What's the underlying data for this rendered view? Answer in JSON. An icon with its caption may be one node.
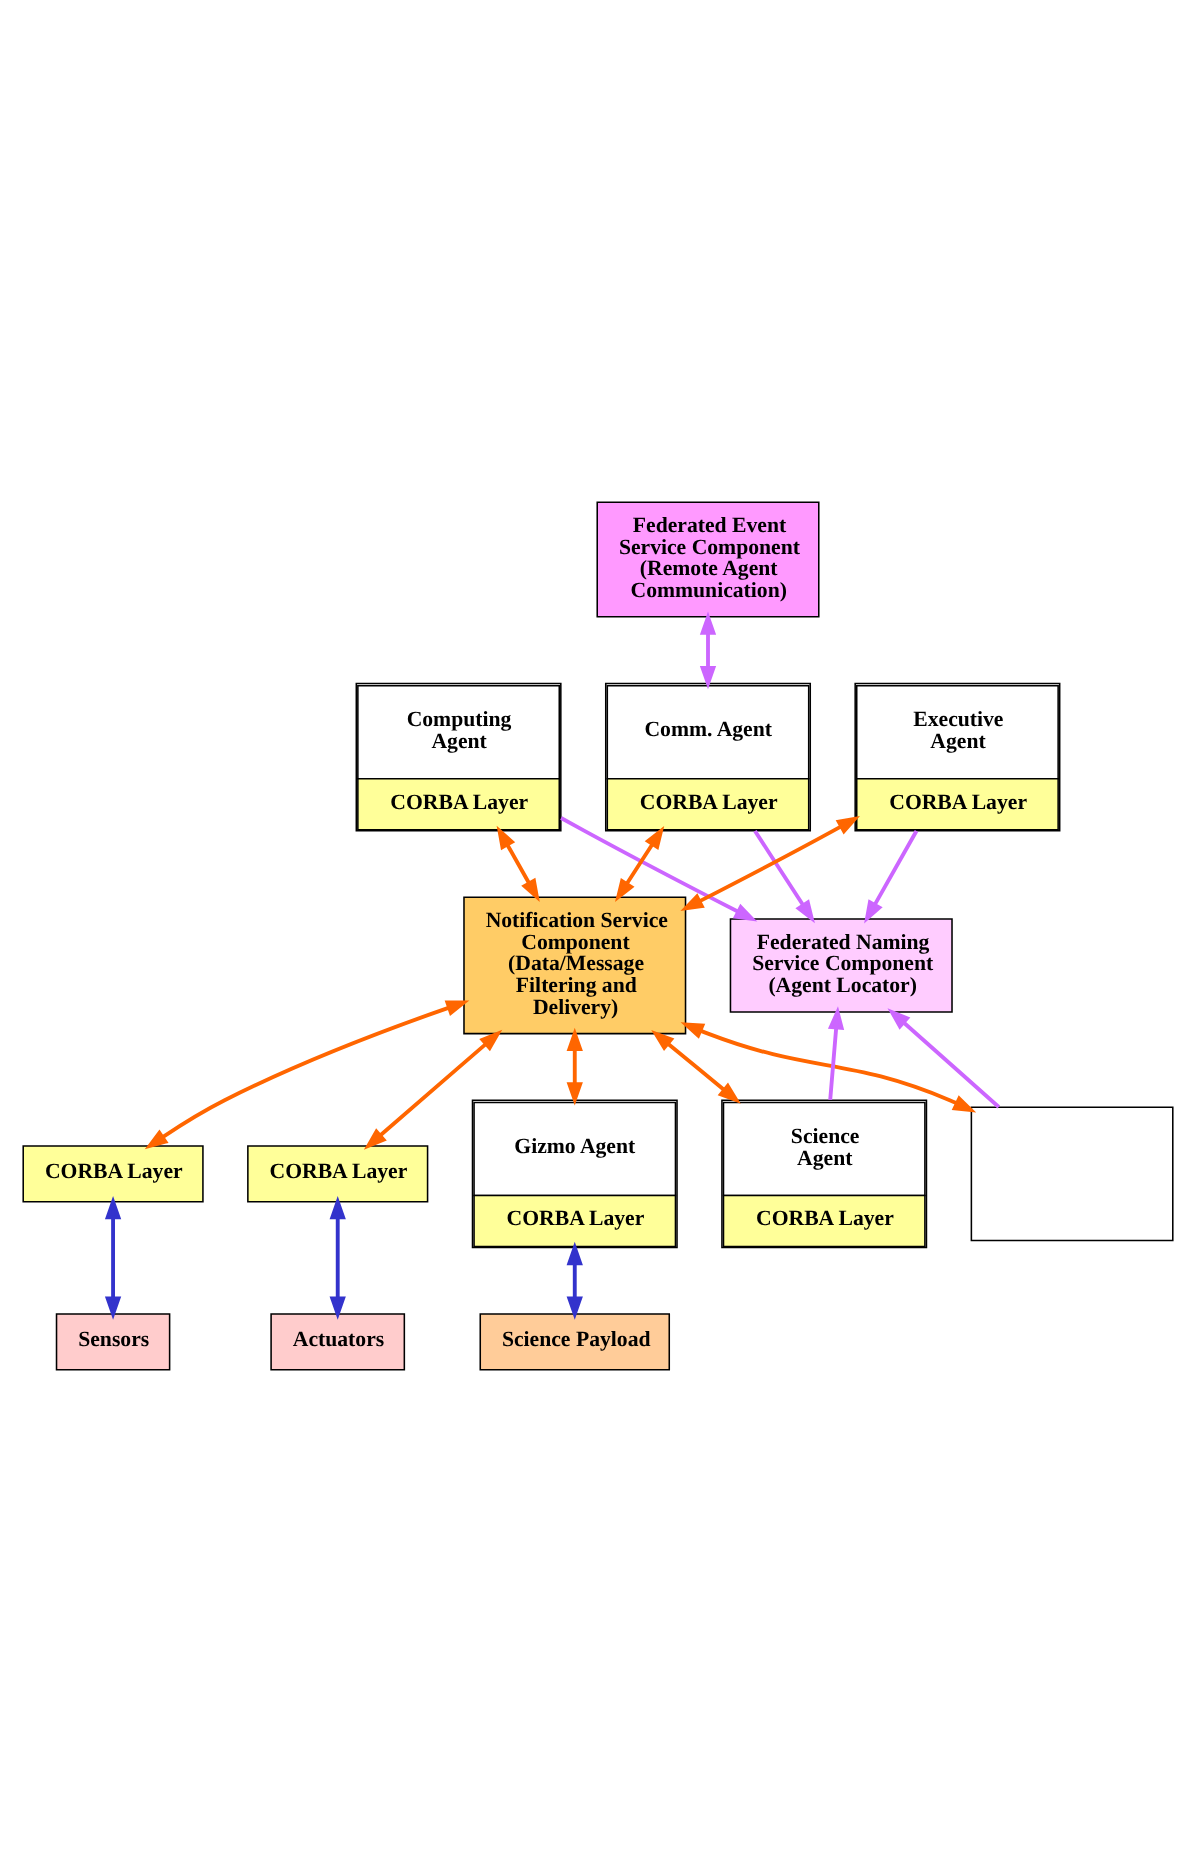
{
  "diagram": {
    "nodes": [
      {
        "text": [
          "Federated Event Service Component (Remote Agent Communication)"
        ]
      },
      {
        "text": [
          "Computing Agent",
          "CORBA Layer"
        ]
      },
      {
        "text": [
          "Comm. Agent",
          "CORBA Layer"
        ]
      },
      {
        "text": [
          "Executive Agent",
          "CORBA Layer"
        ]
      },
      {
        "text": [
          "Notification Service Component (Data/Message Filtering and Delivery)"
        ]
      },
      {
        "text": [
          "Federated Naming Service Component (Agent Locator)"
        ]
      },
      {
        "text": [
          "CORBA Layer"
        ]
      },
      {
        "text": [
          "CORBA Layer"
        ]
      },
      {
        "text": [
          "Gizmo Agent",
          "CORBA Layer"
        ]
      },
      {
        "text": [],
        "shape": "box"
      },
      {
        "text": [
          "Science Agent",
          "CORBA Layer"
        ]
      },
      {
        "text": [
          "Sensors"
        ]
      },
      {
        "text": [
          "Science Payload"
        ]
      },
      {
        "text": [
          "Actuators"
        ]
      }
    ],
    "edges": [
      {
        "from": 0,
        "to": 2,
        "arrow": "both",
        "color": "#cc66ff"
      },
      {
        "from": 1,
        "to": 4,
        "arrow": "both"
      },
      {
        "from": 2,
        "to": 4,
        "arrow": "both"
      },
      {
        "from": 3,
        "to": 4,
        "arrow": "both"
      },
      {
        "from": 1,
        "to": 5,
        "arrow": "to",
        "color": "#cc66ff"
      },
      {
        "from": 2,
        "to": 5,
        "arrow": "to",
        "color": "#cc66ff"
      },
      {
        "from": 3,
        "to": 5,
        "arrow": "to",
        "color": "#cc66ff"
      },
      {
        "from": 4,
        "to": 6,
        "arrow": "both"
      },
      {
        "from": 4,
        "to": 7,
        "arrow": "both"
      },
      {
        "from": 4,
        "to": 8,
        "arrow": "both"
      },
      {
        "from": 4,
        "to": 10,
        "arrow": "both"
      },
      {
        "from": 4,
        "to": 9,
        "arrow": "both"
      },
      {
        "from": 10,
        "to": 5,
        "arrow": "to",
        "color": "#cc66ff"
      },
      {
        "from": 9,
        "to": 5,
        "arrow": "to",
        "color": "#cc66ff"
      },
      {
        "from": 6,
        "to": 11,
        "arrow": "both",
        "color": "#3333cc"
      },
      {
        "from": 7,
        "to": 13,
        "arrow": "both",
        "color": "#3333cc"
      },
      {
        "from": 8,
        "to": 12,
        "arrow": "both",
        "color": "#3333cc"
      }
    ]
  }
}
